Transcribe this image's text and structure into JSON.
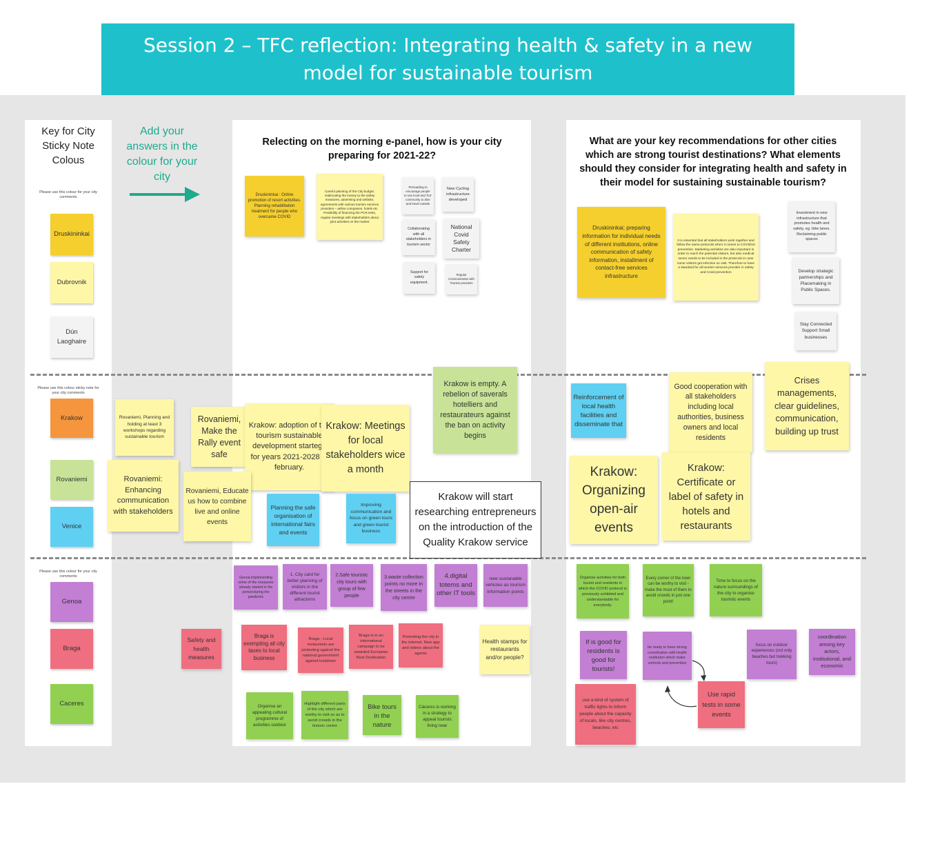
{
  "title": "Session 2 – TFC reflection: Integrating health & safety in a new model for sustainable tourism",
  "key": {
    "title": "Key for City Sticky Note Colous",
    "instruction_1": "Please use this colour for your city comments",
    "instruction_2": "Please use this colour sticky note for your city comments",
    "instruction_3": "Please use this colour for your city comments",
    "cities": [
      "Druskininkai",
      "Dubrovnik",
      "Dún Laoghaire",
      "Krakow",
      "Rovaniemi",
      "Venice",
      "Genoa",
      "Braga",
      "Caceres"
    ]
  },
  "add_answers": "Add your answers in the colour for your city",
  "questions": {
    "q1": "Relecting on the morning e-panel, how is your city preparing for 2021-22?",
    "q2": "What are your key recommendations for other cities which are strong tourist destinations? What elements should they consider for integrating health and safety in their model for sustaining sustainable tourism?"
  },
  "notes": {
    "n1": "Druskininkai : Online promotion of resort activities. Planning rehabilitation treatment for people who overcame COVID",
    "n2": "Careful planning of the City budget, reallocating the money to the safety measures, adverising and website, agreements with various tourism services providers – airline companies, hotels etc. Possibility of financing the PCR tests, regular meetings with stakeholders about joint activities on the market",
    "n3": "Persuading to encourage people to use local and 'hot' community to dine and travel outside",
    "n4": "New Cycling infrastructure developed",
    "n5": "Collaborating with all stakeholders in tourism sector",
    "n6": "National Covid Safety Charter",
    "n7": "Support for safety equipment.",
    "n8": "Regular Communication with Tourism providers",
    "n9": "Druskininkai; preparing information for individual needs of different institutions, online communication of safety information, installment of contact-free services infrastructure",
    "n10": "It is essential that all stakeholders work together and follow the same protocols when it comes to COVID19 prevention. Marketing activities are also important in order to reach the potential visitors, but also medical sector needs to be included in the protocols in case some visitors get infection on visit. Therefore to have a standard for all tourism services provider in safety and Covid prevention",
    "n11": "Investment in new infrastructure that promotes health and safety, eg. bike lanes. Reclaiming public spaces",
    "n12": "Develop strategic partnerships and Placemaking in Public Spaces.",
    "n13": "Stay Connected Support Small businesses",
    "n14": "Rovaniemi, Planning and holding at least 3 workshops regarding sustainable tourism",
    "n15": "Rovaniemi, Make the Rally event safe",
    "n16": "Krakow: adoption of the tourism sustainable development startegy for years 2021-2028 in february.",
    "n17": "Krakow: Meetings for local stakeholders wice a month",
    "n18": "Krakow is empty. A rebelion of saverals hotelliers and restaurateurs against the ban on activity begins",
    "n19": "Rovaniemi: Enhancing communication with stakeholders",
    "n20": "Rovaniemi, Educate us how to combine live and online events",
    "n21": "Planning the safe organisation of international fairs and events",
    "n22": "Improving communication and focus on green tours and green tourist business",
    "n23": "Krakow will start researching entrepreneurs on the introduction of the Quality Krakow service",
    "n24": "Reinforcement of local health facilities and disseminate that",
    "n25": "Good cooperation with all stakeholders including local authorities, business owners and local residents",
    "n26": "Crises managements, clear guidelines, communication, building up trust",
    "n27": "Krakow: Organizing open-air events",
    "n28": "Krakow: Certificate or label of safety in hotels and restaurants",
    "n29": "Genoa implementing some of the measures already started in the period during the pandemic",
    "n30": "1. City card for better planning of visitors in the different tourist attractions",
    "n31": "2.Safe touristic city tours with group of few people",
    "n32": "3.waste collection points no more in the streets in the city centre",
    "n33": "4.digital totems and other IT tools",
    "n34": "new sustanable vehicles as tourism information points",
    "n35": "Safety and health measures",
    "n36": "Braga is exempting all city taxes to local business",
    "n37": "Braga - Local restaurants are protesting against the national government against lockdown",
    "n38": "Braga is in an international campaign to be awarded European Best Destination",
    "n39": "Promoting the city in the internet. New app and videos about the agents",
    "n40": "Health stamps for restaurants and/or people?",
    "n41": "Organise an appealing cultural programme of activities outdoor",
    "n42": "Highlight different parts of the city which are worthy to visit so as to avoid crowds in the historic centre",
    "n43": "Bike tours in the nature",
    "n44": "Cáceres is working in a strategy to appeal tourists living near",
    "n45": "Organise activities for both tourist and residents in which the COVID protocol is previously exhibited and understandable for everybody.",
    "n46": "Every corner of the town can be worthy to visit - make the most of them to avoid crowds in just one point!",
    "n47": "Time to focus on the nature surroundings of the city to organise touristic events",
    "n48": "If is good for residents is good for tourists!",
    "n49": "be ready to have strong coordination with health institution which make controls and prevention",
    "n50": "focus on outdoor experiences (not only beaches but trekking tours)",
    "n51": "coordination among key actors, institutional, and economic",
    "n52": "use a kind of system of traffic lights to inform people about the capacity of locals, like city centres, beaches, etc",
    "n53": "Use rapid tests in some events"
  }
}
